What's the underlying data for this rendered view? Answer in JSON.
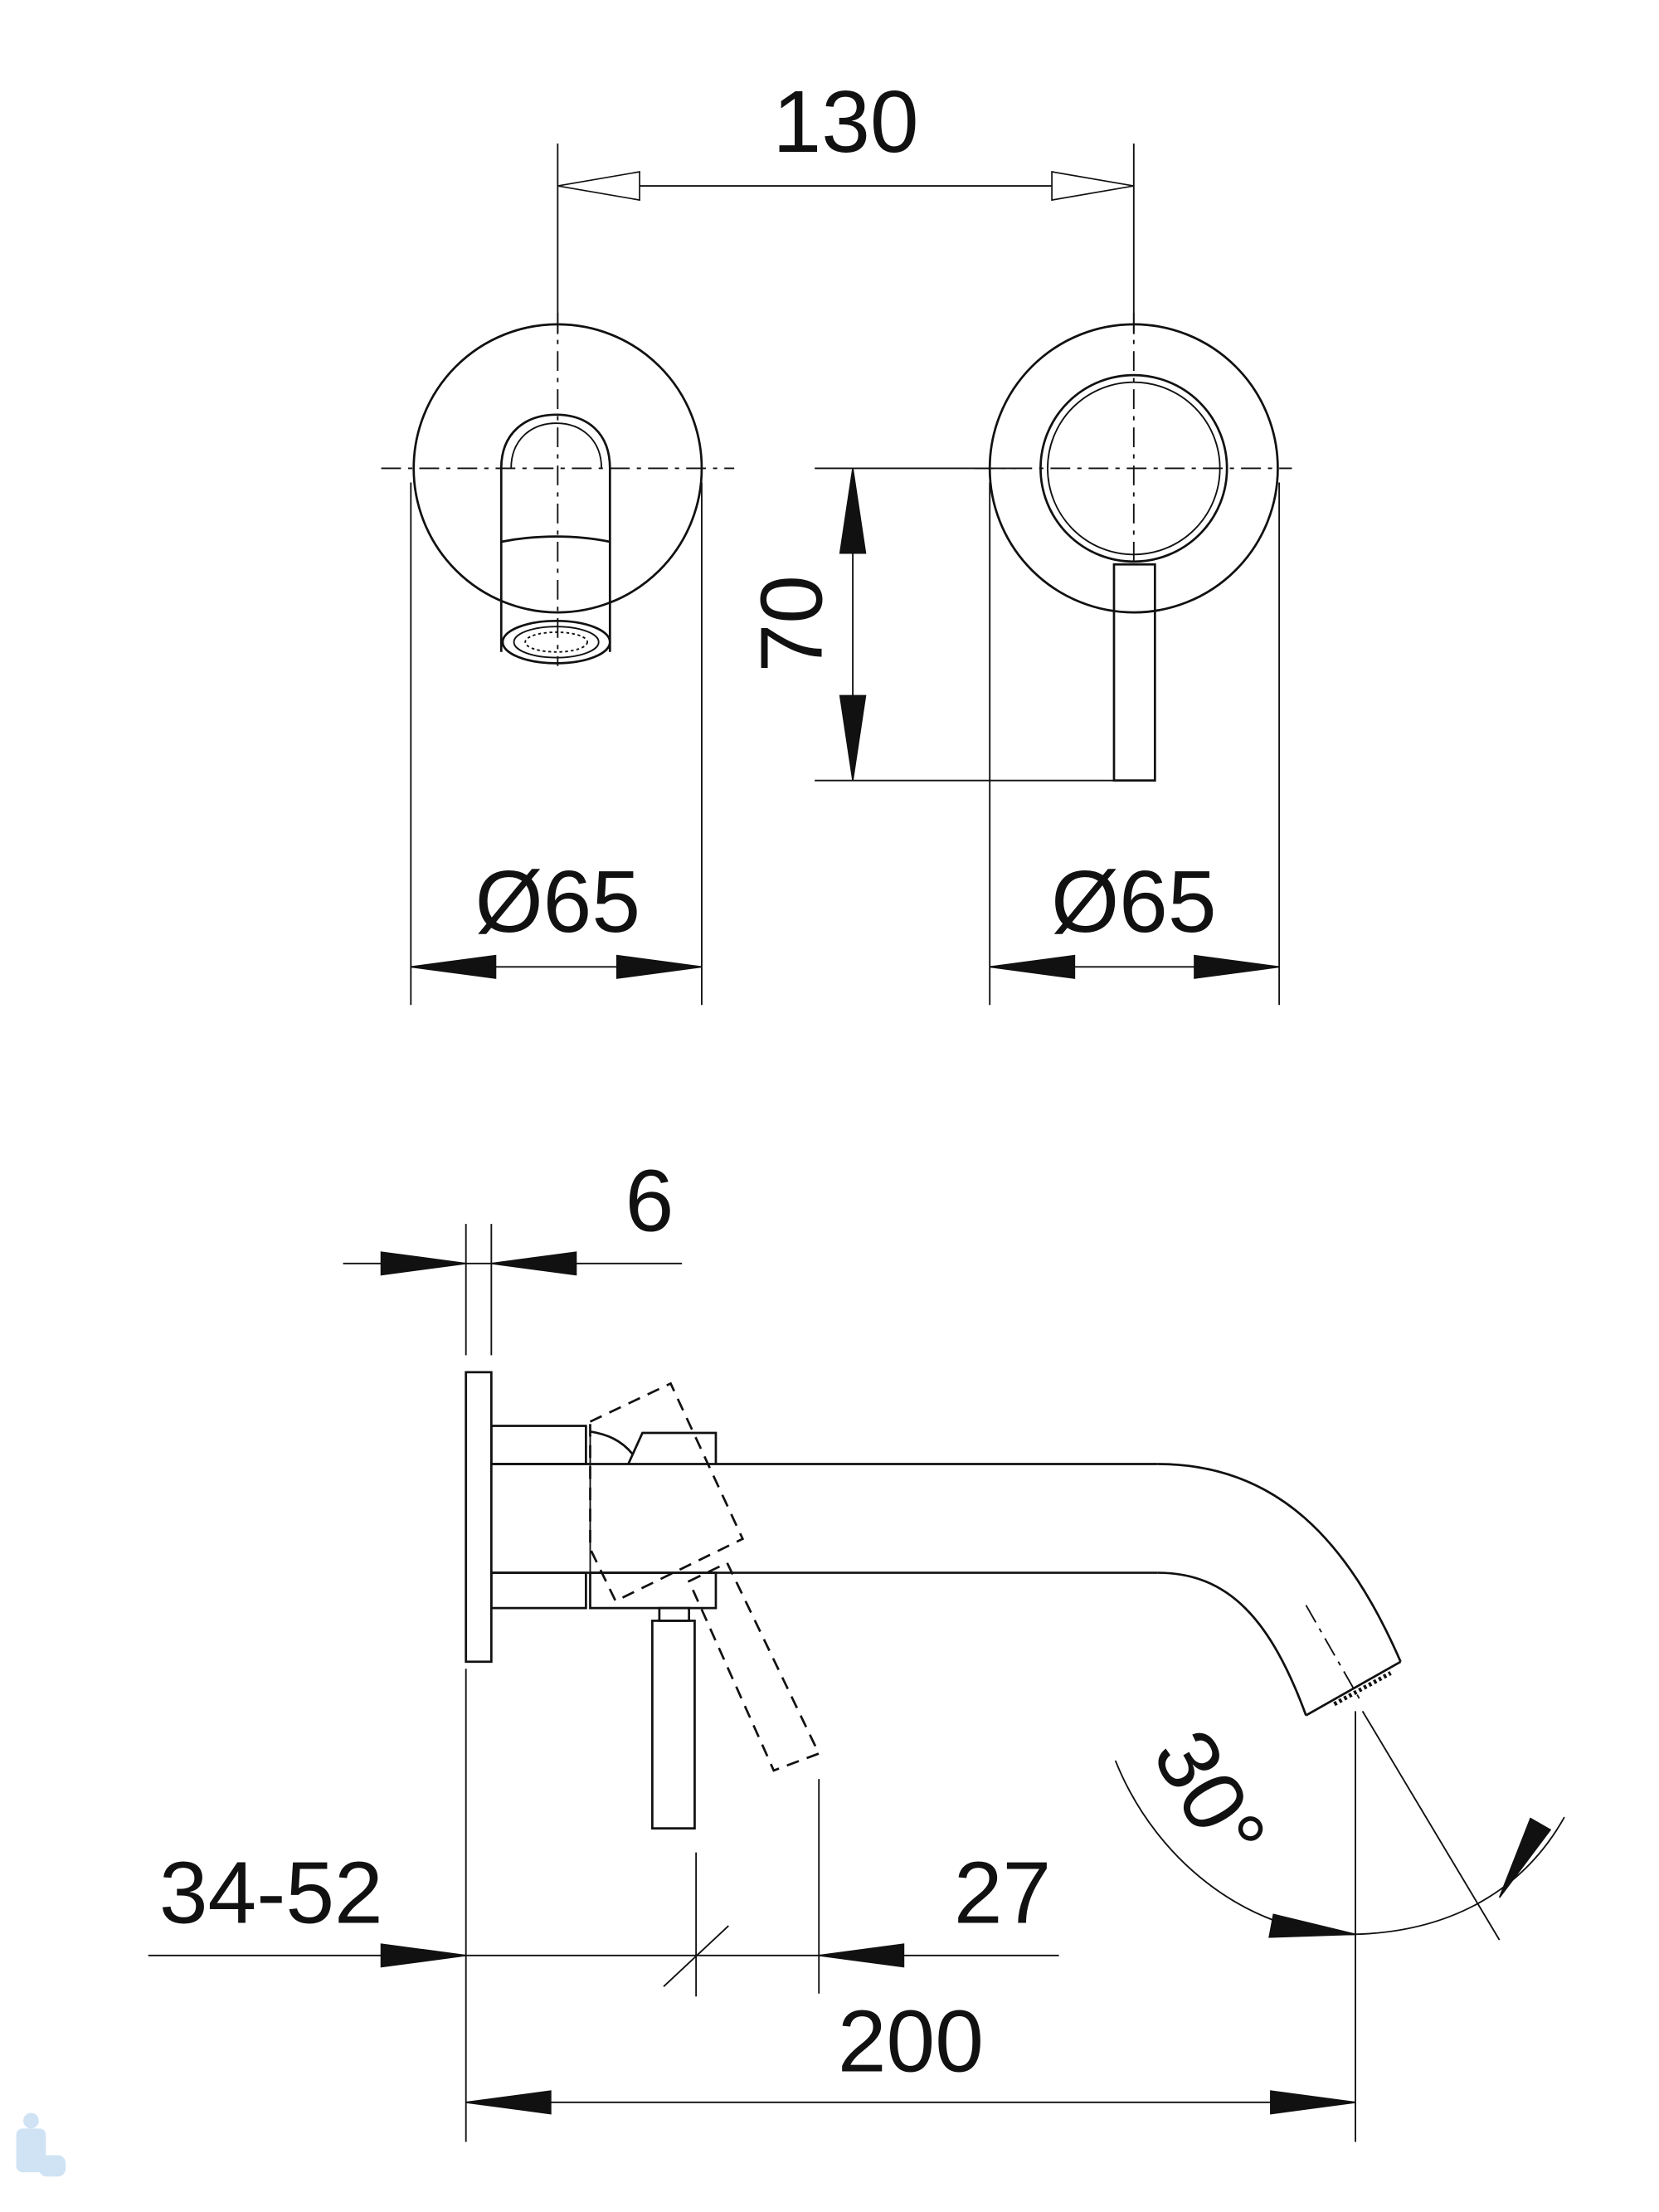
{
  "drawing": {
    "front_view": {
      "spacing_label": "130",
      "height_label": "70",
      "left_diameter_label": "Ø65",
      "right_diameter_label": "Ø65"
    },
    "side_view": {
      "plate_thickness_label": "6",
      "wall_depth_label": "34-52",
      "lever_offset_label": "27",
      "spout_length_label": "200",
      "spout_angle_label": "30°"
    },
    "colors": {
      "line": "#111111",
      "background": "#ffffff",
      "logo": "#cfe3f5"
    }
  }
}
